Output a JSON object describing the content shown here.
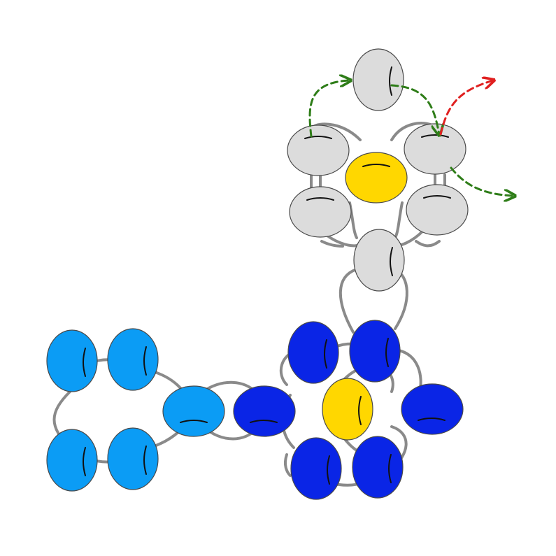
{
  "diagram": {
    "colors": {
      "background": "#ffffff",
      "light_gray": "#dcdcdc",
      "light_blue": "#0b9cf5",
      "dark_blue": "#0a25e6",
      "yellow": "#ffd700",
      "link_gray": "#8a8a8a",
      "outline": "#4a4a4a",
      "arrow_green": "#2e7d18",
      "arrow_red": "#e02020"
    },
    "clusters": [
      {
        "name": "gray-cluster",
        "color": "light_gray",
        "center": "yellow",
        "beads": 7
      },
      {
        "name": "dark-blue-cluster",
        "color": "dark_blue",
        "center": "yellow",
        "beads": 7
      },
      {
        "name": "light-blue-cluster",
        "color": "light_blue",
        "beads": 5
      }
    ],
    "arrows": [
      {
        "name": "green-arrow",
        "color": "arrow_green",
        "count": 3
      },
      {
        "name": "red-arrow",
        "color": "arrow_red",
        "count": 1
      }
    ]
  }
}
